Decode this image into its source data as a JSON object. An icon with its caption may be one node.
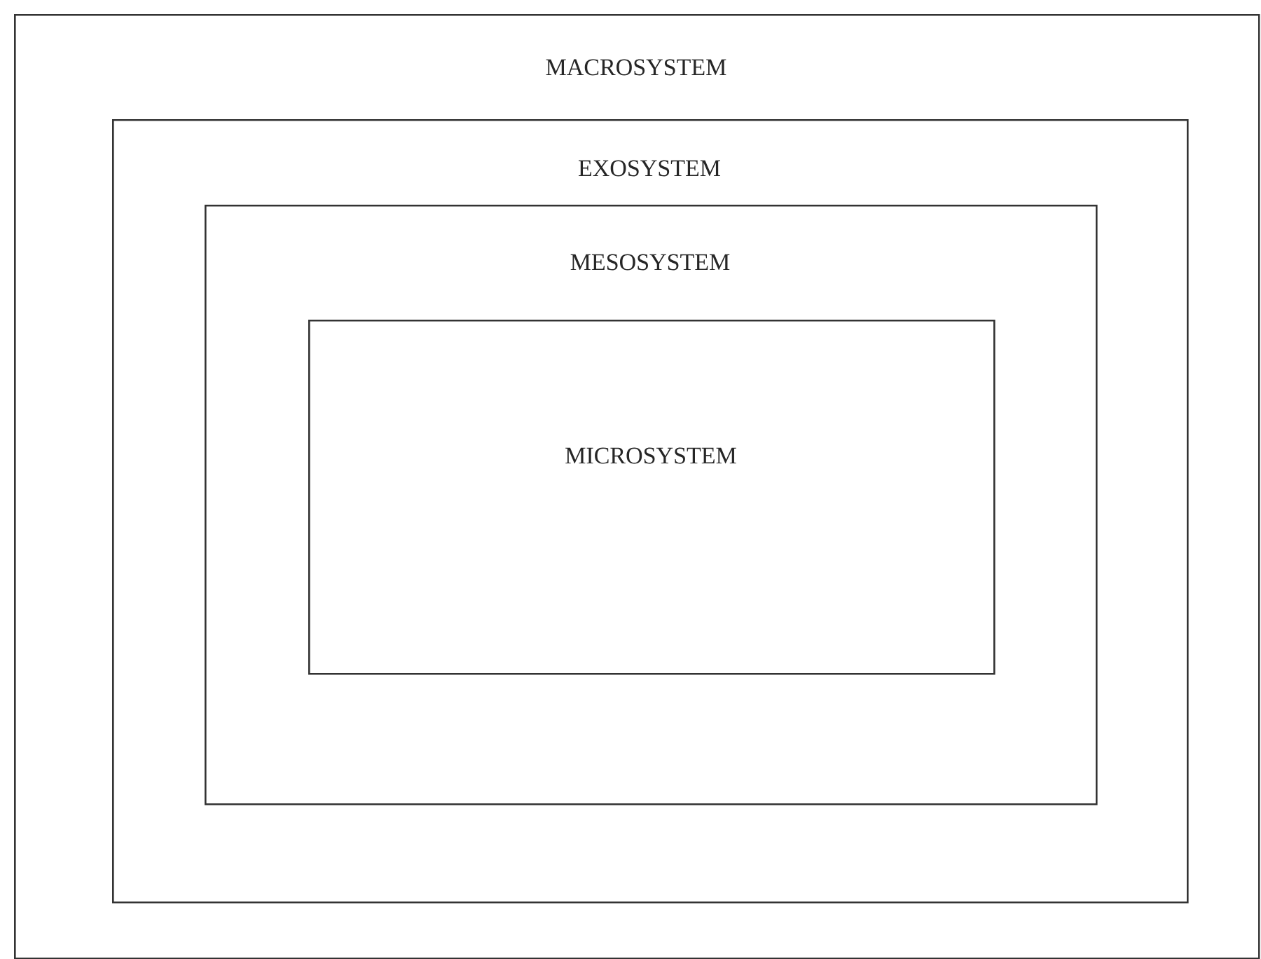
{
  "diagram": {
    "nodes": [
      {
        "text": [
          "MACROSYSTEM"
        ]
      },
      {
        "text": [
          "EXOSYSTEM"
        ],
        "in": 0
      },
      {
        "text": [
          "MESOSYSTEM"
        ],
        "in": 1
      },
      {
        "text": [
          "MICROSYSTEM"
        ],
        "in": 2
      }
    ]
  }
}
